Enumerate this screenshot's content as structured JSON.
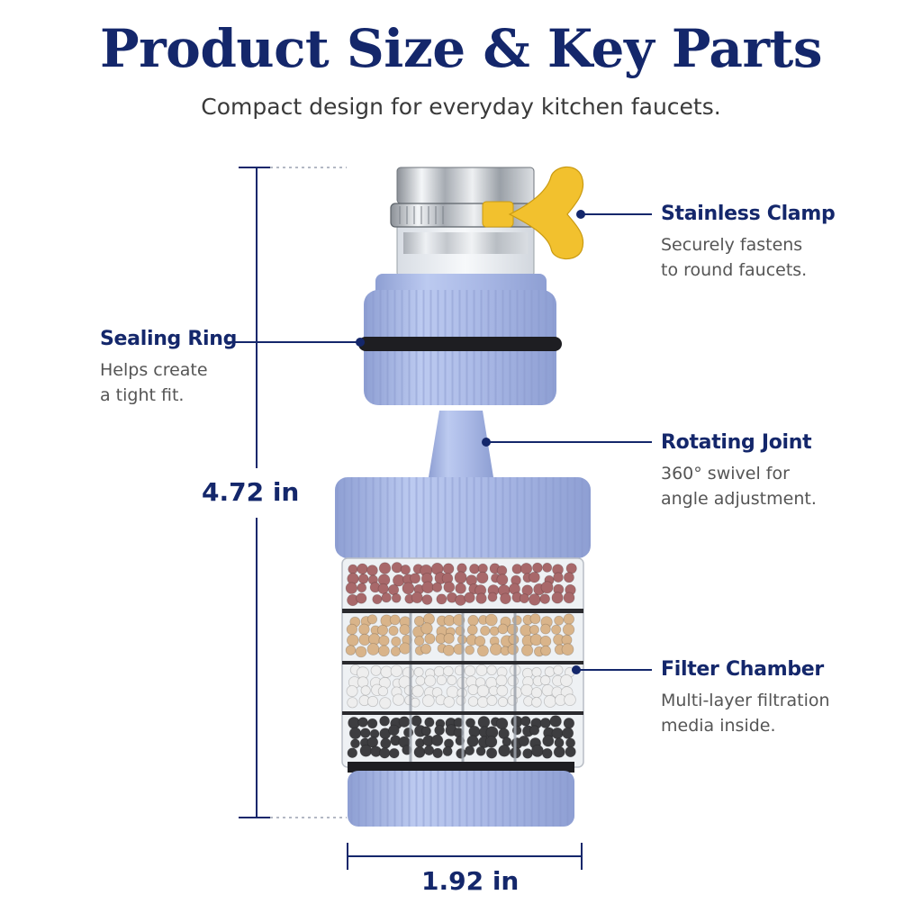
{
  "header": {
    "title": "Product Size & Key Parts",
    "subtitle": "Compact design for everyday kitchen faucets."
  },
  "callouts": [
    {
      "id": "clamp",
      "title": "Stainless Clamp",
      "desc_lines": [
        "Securely fastens",
        "to round faucets."
      ]
    },
    {
      "id": "seal",
      "title": "Sealing Ring",
      "desc_lines": [
        "Helps create",
        "a tight fit."
      ]
    },
    {
      "id": "joint",
      "title": "Rotating Joint",
      "desc_lines": [
        "360° swivel for",
        "angle adjustment."
      ]
    },
    {
      "id": "chamber",
      "title": "Filter Chamber",
      "desc_lines": [
        "Multi-layer filtration",
        "media inside."
      ]
    }
  ],
  "dimensions": {
    "height": "4.72 in",
    "width": "1.92 in"
  },
  "colors": {
    "navy": "#14276b",
    "body_blue": "#aab9e6",
    "knob_yellow": "#f2c12e",
    "sealing_ring": "#1e1e22"
  },
  "filter_layers": [
    {
      "name": "red-ceramic",
      "color": "#a8686a"
    },
    {
      "name": "tan-ceramic",
      "color": "#d9b48a"
    },
    {
      "name": "white-ceramic",
      "color": "#eeeeee"
    },
    {
      "name": "black-ceramic",
      "color": "#3d3d40"
    }
  ]
}
